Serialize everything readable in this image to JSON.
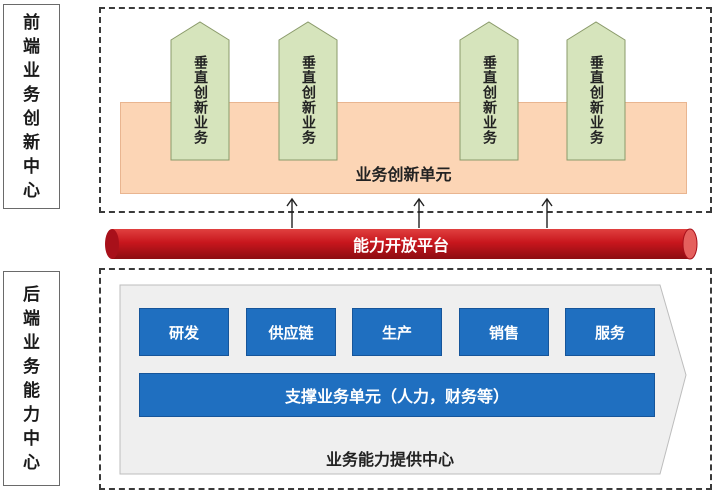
{
  "front_label": "前端业务创新中心",
  "back_label": "后端业务能力中心",
  "vertical_business": [
    "垂直创新业务",
    "垂直创新业务",
    "垂直创新业务",
    "垂直创新业务"
  ],
  "innovation_unit": "业务创新单元",
  "platform": "能力开放平台",
  "capabilities": [
    "研发",
    "供应链",
    "生产",
    "销售",
    "服务"
  ],
  "support_unit": "支撑业务单元（人力，财务等）",
  "capability_center": "业务能力提供中心",
  "colors": {
    "innovation_unit_fill": "#fcd5b5",
    "vertical_fill": "#d6e4bc",
    "platform_red": "#c8161d",
    "capability_blue": "#1f6fc0",
    "center_gray": "#efefef"
  }
}
